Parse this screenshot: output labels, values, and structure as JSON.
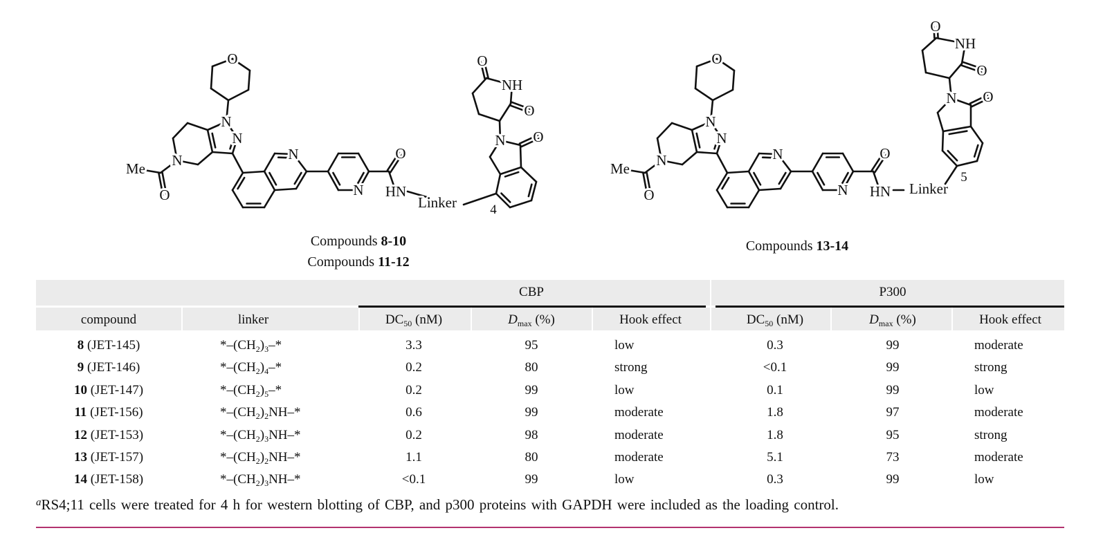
{
  "structures": {
    "left": {
      "core_labels": [
        "O",
        "N",
        "N",
        "N",
        "Me",
        "O",
        "N",
        "N",
        "O",
        "HN"
      ],
      "degrader_labels": [
        "N",
        "O",
        "O",
        "NH",
        "O"
      ],
      "linker_label": "Linker",
      "position_label": "4"
    },
    "right": {
      "core_labels": [
        "O",
        "N",
        "N",
        "N",
        "Me",
        "O",
        "N",
        "N",
        "O",
        "HN"
      ],
      "degrader_labels": [
        "N",
        "O",
        "O",
        "NH",
        "O"
      ],
      "linker_label": "Linker",
      "position_label": "5"
    },
    "captions": [
      {
        "prefix": "Compounds ",
        "bold": "8-10"
      },
      {
        "prefix": "Compounds ",
        "bold": "11-12"
      },
      {
        "prefix": "Compounds ",
        "bold": "13-14"
      }
    ]
  },
  "table": {
    "groups": [
      "CBP",
      "P300"
    ],
    "headers": {
      "compound": "compound",
      "linker": "linker",
      "dc50": {
        "main": "DC",
        "sub": "50",
        "rest": " (nM)"
      },
      "dmax": {
        "main": "D",
        "sub": "max",
        "rest": " (%)"
      },
      "hook": "Hook effect"
    },
    "rows": [
      {
        "num": "8",
        "code": " (JET-145)",
        "linker": [
          {
            "t": "*–(CH"
          },
          {
            "s": "2"
          },
          {
            "t": ")"
          },
          {
            "s": "3"
          },
          {
            "t": "–*"
          }
        ],
        "cbp": [
          "3.3",
          "95",
          "low"
        ],
        "p300": [
          "0.3",
          "99",
          "moderate"
        ]
      },
      {
        "num": "9",
        "code": " (JET-146)",
        "linker": [
          {
            "t": "*–(CH"
          },
          {
            "s": "2"
          },
          {
            "t": ")"
          },
          {
            "s": "4"
          },
          {
            "t": "–*"
          }
        ],
        "cbp": [
          "0.2",
          "80",
          "strong"
        ],
        "p300": [
          "<0.1",
          "99",
          "strong"
        ]
      },
      {
        "num": "10",
        "code": " (JET-147)",
        "linker": [
          {
            "t": "*–(CH"
          },
          {
            "s": "2"
          },
          {
            "t": ")"
          },
          {
            "s": "5"
          },
          {
            "t": "–*"
          }
        ],
        "cbp": [
          "0.2",
          "99",
          "low"
        ],
        "p300": [
          "0.1",
          "99",
          "low"
        ]
      },
      {
        "num": "11",
        "code": " (JET-156)",
        "linker": [
          {
            "t": "*–(CH"
          },
          {
            "s": "2"
          },
          {
            "t": ")"
          },
          {
            "s": "2"
          },
          {
            "t": "NH–*"
          }
        ],
        "cbp": [
          "0.6",
          "99",
          "moderate"
        ],
        "p300": [
          "1.8",
          "97",
          "moderate"
        ]
      },
      {
        "num": "12",
        "code": " (JET-153)",
        "linker": [
          {
            "t": "*–(CH"
          },
          {
            "s": "2"
          },
          {
            "t": ")"
          },
          {
            "s": "3"
          },
          {
            "t": "NH–*"
          }
        ],
        "cbp": [
          "0.2",
          "98",
          "moderate"
        ],
        "p300": [
          "1.8",
          "95",
          "strong"
        ]
      },
      {
        "num": "13",
        "code": " (JET-157)",
        "linker": [
          {
            "t": "*–(CH"
          },
          {
            "s": "2"
          },
          {
            "t": ")"
          },
          {
            "s": "2"
          },
          {
            "t": "NH–*"
          }
        ],
        "cbp": [
          "1.1",
          "80",
          "moderate"
        ],
        "p300": [
          "5.1",
          "73",
          "moderate"
        ]
      },
      {
        "num": "14",
        "code": " (JET-158)",
        "linker": [
          {
            "t": "*–(CH"
          },
          {
            "s": "2"
          },
          {
            "t": ")"
          },
          {
            "s": "3"
          },
          {
            "t": "NH–*"
          }
        ],
        "cbp": [
          "<0.1",
          "99",
          "low"
        ],
        "p300": [
          "0.3",
          "99",
          "low"
        ]
      }
    ],
    "footnote": {
      "marker": "a",
      "text": "RS4;11 cells were treated for 4 h for western blotting of CBP, and p300 proteins with GAPDH were included as the loading control."
    }
  },
  "colors": {
    "header_bg": "#ebebeb",
    "bottom_rule": "#b3326e"
  }
}
